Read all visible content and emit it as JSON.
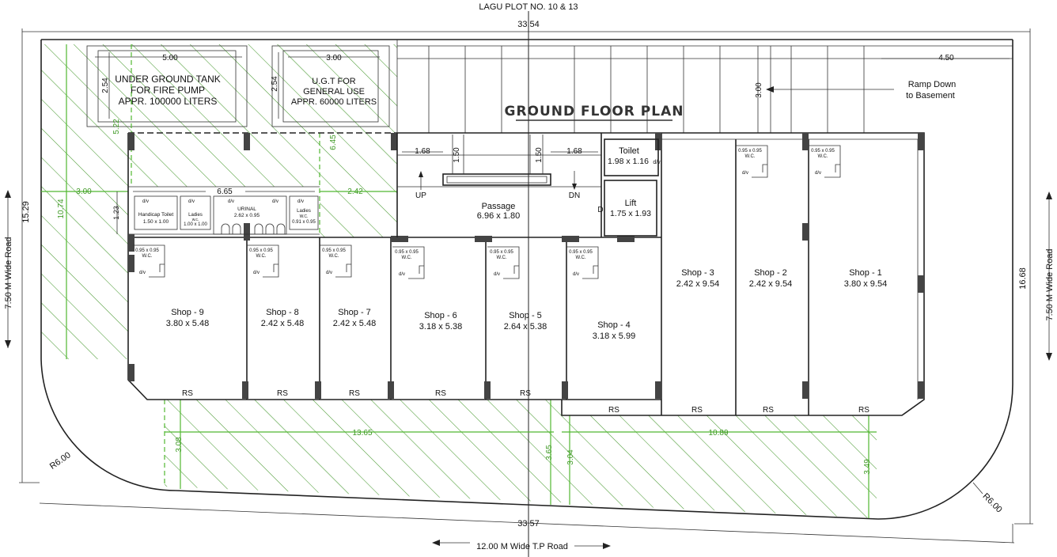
{
  "header": {
    "plot_label": "LAGU PLOT NO. 10 & 13"
  },
  "title": "GROUND FLOOR PLAN",
  "roads": {
    "bottom": "12.00 M Wide T.P Road",
    "left": "7.50 M Wide Road",
    "right": "7.50 M Wide Road"
  },
  "dimensions": {
    "top_total": "33.54",
    "bottom_total": "33.57",
    "left_total": "15.29",
    "right_total": "16.68",
    "radius_left": "R6.00",
    "radius_right": "R6.00",
    "tank1_width": "5.00",
    "tank1_depth": "2.54",
    "tank2_width": "3.00",
    "tank2_depth": "2.54",
    "ramp_width": "4.50",
    "ramp_depth": "3.00",
    "stair_left": "1.68",
    "stair_right": "1.68",
    "stair_w1": "1.50",
    "stair_w2": "1.50",
    "toilet_block": "6.65",
    "toilet_depth": "1.23",
    "margin_left": "3.00",
    "margin_mid": "2.42",
    "margin_left_depth": "10.74",
    "margin_top_left": "5.22",
    "margin_top_mid": "6.45",
    "front_left": "13.65",
    "front_right": "10.89",
    "front_d1": "3.08",
    "front_d2": "3.65",
    "front_d3": "3.04",
    "front_d4": "3.49"
  },
  "tanks": [
    {
      "line1": "UNDER GROUND TANK",
      "line2": "FOR FIRE PUMP",
      "line3": "APPR. 100000 LITERS"
    },
    {
      "line1": "U.G.T  FOR",
      "line2": "GENERAL USE",
      "line3": "APPR. 60000 LITERS"
    }
  ],
  "ramp": {
    "line1": "Ramp Down",
    "line2": "to Basement"
  },
  "core": {
    "passage_label": "Passage",
    "passage_size": "6.96 x 1.80",
    "up": "UP",
    "dn": "DN",
    "toilet_label": "Toilet",
    "toilet_size": "1.98 x 1.16",
    "lift_label": "Lift",
    "lift_size": "1.75 x 1.93",
    "door": "D",
    "dv": "d/v"
  },
  "toilet_block": {
    "handicap": "Handicap Toilet",
    "handicap_size": "1.50 x 1.00",
    "ladies_wc": "Ladies",
    "ladies_wc_sub": "w.c.",
    "ladies_wc_size": "1.00 x 1.00",
    "urinal": "URINAL",
    "urinal_size": "2.62 x 0.95",
    "ladies_wc2": "Ladies",
    "ladies_wc2_sub": "W.C.",
    "ladies_wc2_size": "0.91 x 0.95"
  },
  "wc": {
    "size": "0.95 x 0.95",
    "label": "W.C.",
    "dv": "d/v"
  },
  "rs": "RS",
  "shops": [
    {
      "name": "Shop - 9",
      "size": "3.80 x 5.48"
    },
    {
      "name": "Shop - 8",
      "size": "2.42 x 5.48"
    },
    {
      "name": "Shop - 7",
      "size": "2.42 x 5.48"
    },
    {
      "name": "Shop - 6",
      "size": "3.18 x 5.38"
    },
    {
      "name": "Shop - 5",
      "size": "2.64 x 5.38"
    },
    {
      "name": "Shop - 4",
      "size": "3.18 x 5.99"
    },
    {
      "name": "Shop - 3",
      "size": "2.42 x 9.54"
    },
    {
      "name": "Shop - 2",
      "size": "2.42 x 9.54"
    },
    {
      "name": "Shop - 1",
      "size": "3.80 x 9.54"
    }
  ]
}
